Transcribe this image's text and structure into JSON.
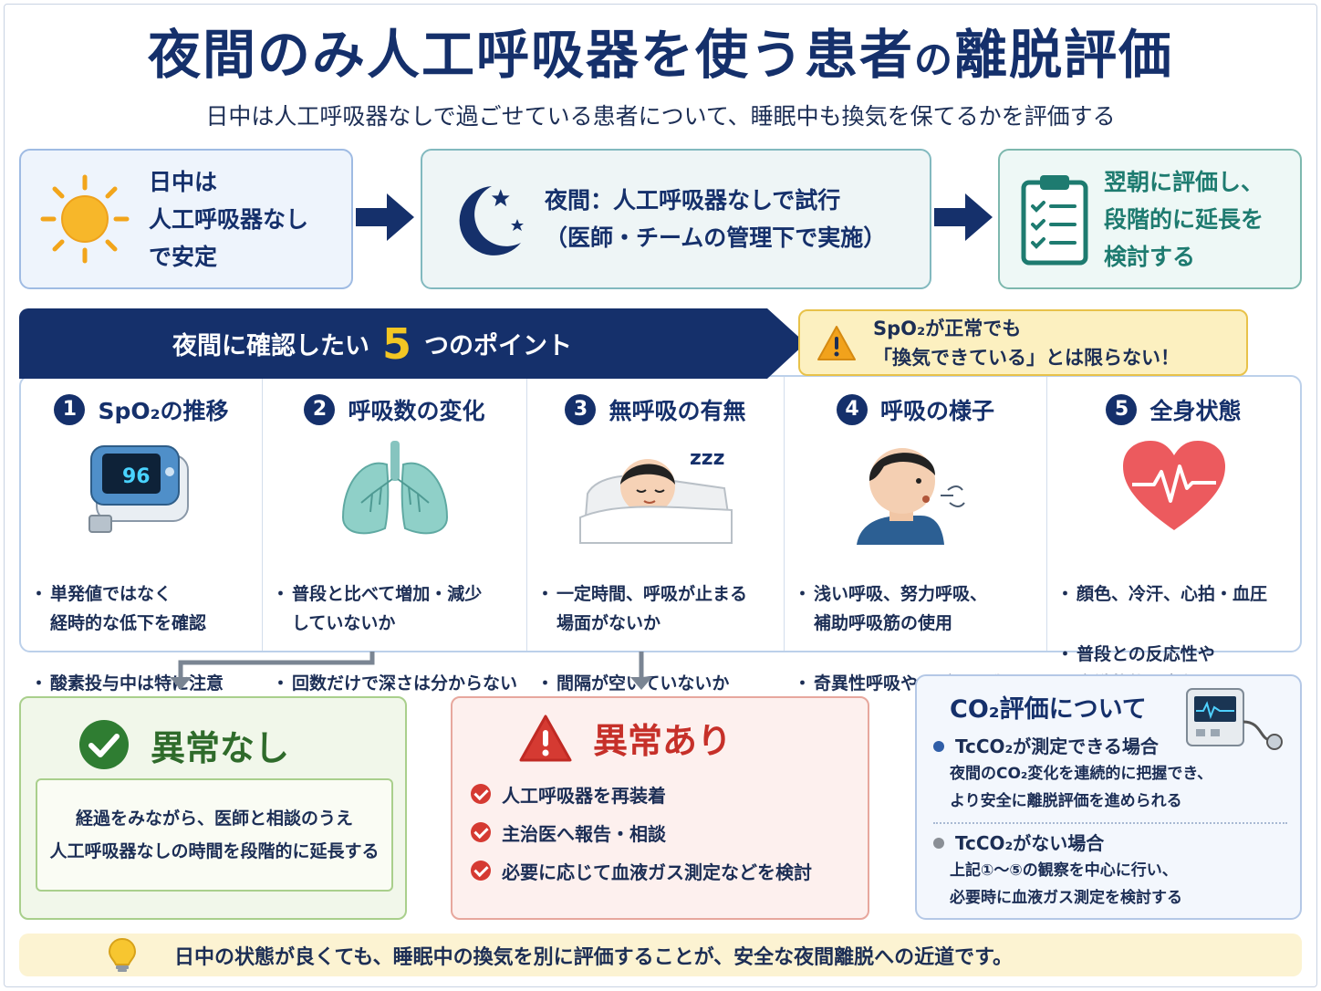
{
  "title_main": "夜間のみ人工呼吸器を使う患者",
  "title_no": "の",
  "title_end": "離脱評価",
  "subtitle": "日中は人工呼吸器なしで過ごせている患者について、睡眠中も換気を保てるかを評価する",
  "flow": {
    "step1": [
      "日中は",
      "人工呼吸器なし",
      "で安定"
    ],
    "step2": [
      "夜間：人工呼吸器なしで試行",
      "（医師・チームの管理下で実施）"
    ],
    "step3": [
      "翌朝に評価し、",
      "段階的に延長を",
      "検討する"
    ]
  },
  "banner": {
    "before": "夜間に確認したい",
    "number": "5",
    "after": "つのポイント"
  },
  "warning": {
    "line1": "SpO₂が正常でも",
    "line2": "「換気できている」とは限らない！"
  },
  "points": [
    {
      "num": "1",
      "title": "SpO₂の推移",
      "bullets": [
        "単発値ではなく\n経時的な低下を確認",
        "酸素投与中は特に注意"
      ],
      "display": "96"
    },
    {
      "num": "2",
      "title": "呼吸数の変化",
      "bullets": [
        "普段と比べて増加・減少\nしていないか",
        "回数だけで深さは分からない"
      ]
    },
    {
      "num": "3",
      "title": "無呼吸の有無",
      "bullets": [
        "一定時間、呼吸が止まる\n場面がないか",
        "間隔が空いていないか"
      ],
      "zzz": "zzz"
    },
    {
      "num": "4",
      "title": "呼吸の様子",
      "bullets": [
        "浅い呼吸、努力呼吸、\n補助呼吸筋の使用",
        "奇異性呼吸やリズムの乱れ"
      ]
    },
    {
      "num": "5",
      "title": "全身状態",
      "bullets": [
        "顔色、冷汗、心拍・血圧",
        "普段との反応性や\n意識状態の変化"
      ]
    }
  ],
  "normal": {
    "title": "異常なし",
    "line1": "経過をみながら、医師と相談のうえ",
    "line2": "人工呼吸器なしの時間を段階的に延長する"
  },
  "abnormal": {
    "title": "異常あり",
    "items": [
      "人工呼吸器を再装着",
      "主治医へ報告・相談",
      "必要に応じて血液ガス測定などを検討"
    ]
  },
  "co2": {
    "title": "CO₂評価について",
    "case1": {
      "head": "TcCO₂が測定できる場合",
      "body1": "夜間のCO₂変化を連続的に把握でき、",
      "body2": "より安全に離脱評価を進められる"
    },
    "case2": {
      "head": "TcCO₂がない場合",
      "body1": "上記①〜⑤の観察を中心に行い、",
      "body2": "必要時に血液ガス測定を検討する"
    }
  },
  "footer": "日中の状態が良くても、睡眠中の換気を別に評価することが、安全な夜間離脱への近道です。",
  "colors": {
    "navy": "#15306b",
    "teal": "#1e7b70",
    "green": "#2f6b2b",
    "red": "#d53a32",
    "yellow": "#f3c623"
  }
}
